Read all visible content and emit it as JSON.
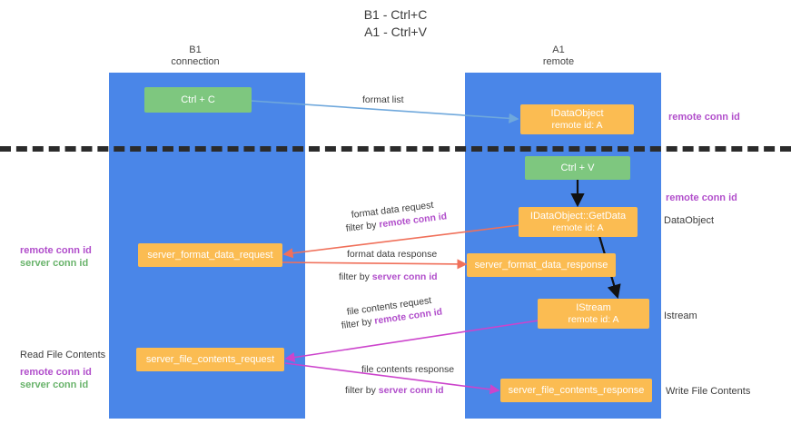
{
  "title": "B1 - Ctrl+C\nA1 - Ctrl+V",
  "lanes": [
    {
      "id": "b1",
      "header": "B1\nconnection"
    },
    {
      "id": "a1",
      "header": "A1\nremote"
    }
  ],
  "boxes": {
    "ctrl_c": {
      "line1": "Ctrl + C",
      "line2": "",
      "color": "#7ec77f"
    },
    "idataobject": {
      "line1": "IDataObject",
      "line2": "remote id: A",
      "color": "#fbbc52"
    },
    "ctrl_v": {
      "line1": "Ctrl + V",
      "line2": "",
      "color": "#7ec77f"
    },
    "getdata": {
      "line1": "IDataObject::GetData",
      "line2": "remote id: A",
      "color": "#fbbc52"
    },
    "server_format_data_request": {
      "line1": "server_format_data_request",
      "line2": "",
      "color": "#fbbc52"
    },
    "server_format_data_response": {
      "line1": "server_format_data_response",
      "line2": "",
      "color": "#fbbc52"
    },
    "istream": {
      "line1": "IStream",
      "line2": "remote id: A",
      "color": "#fbbc52"
    },
    "server_file_contents_request": {
      "line1": "server_file_contents_request",
      "line2": "",
      "color": "#fbbc52"
    },
    "server_file_contents_response": {
      "line1": "server_file_contents_response",
      "line2": "",
      "color": "#fbbc52"
    }
  },
  "flows": {
    "format_list": {
      "text": "format list"
    },
    "format_data_request": {
      "text": "format data request"
    },
    "format_data_request_filter_prefix": {
      "text": "filter by "
    },
    "format_data_request_filter_key": {
      "text": "remote conn id"
    },
    "format_data_response": {
      "text": "format data response"
    },
    "format_data_response_filter_prefix": {
      "text": "filter by "
    },
    "format_data_response_filter_key": {
      "text": "server conn id"
    },
    "file_contents_request": {
      "text": "file contents request"
    },
    "file_contents_request_filter_prefix": {
      "text": "filter by "
    },
    "file_contents_request_filter_key": {
      "text": "remote conn id"
    },
    "file_contents_response": {
      "text": "file contents response"
    },
    "file_contents_response_filter_prefix": {
      "text": "filter by "
    },
    "file_contents_response_filter_key": {
      "text": "server conn id"
    }
  },
  "annotations": {
    "right_remote_conn_id_top": "remote conn id",
    "right_remote_conn_id_mid": "remote conn id",
    "right_dataobject": "DataObject",
    "right_istream": "Istream",
    "right_write_file_contents": "Write File Contents",
    "left_remote_conn_id": "remote conn id",
    "left_server_conn_id": "server conn id",
    "left_read_file_contents": "Read File Contents",
    "left_remote_conn_id_2": "remote conn id",
    "left_server_conn_id_2": "server conn id"
  },
  "colors": {
    "lane": "#4a86e8",
    "orange": "#fbbc52",
    "green_box": "#7ec77f",
    "purple_text": "#b14ecb",
    "green_text": "#69b36b",
    "red_arrow": "#f0705a",
    "magenta_arrow": "#cc44cc",
    "blue_arrow": "#6fa8dc",
    "divider": "#2b2b2b"
  }
}
